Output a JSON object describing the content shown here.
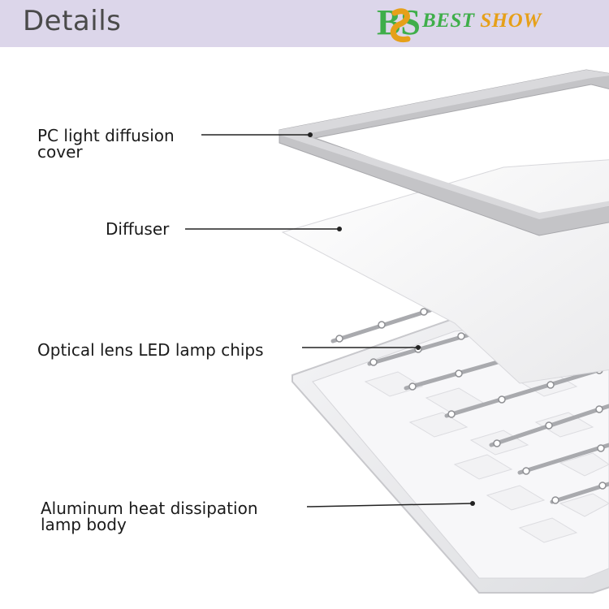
{
  "header": {
    "title": "Details",
    "logo": {
      "letters": "BS",
      "brand_part1": "BEST",
      "brand_part2": "SHOW"
    }
  },
  "labels": {
    "cover_line1": "PC light diffusion",
    "cover_line2": "cover",
    "diffuser": "Diffuser",
    "chips": "Optical lens LED lamp chips",
    "body_line1": "Aluminum heat dissipation",
    "body_line2": "lamp body"
  },
  "colors": {
    "header_bg": "#dcd6ea",
    "brand_green": "#3fae4a",
    "brand_gold": "#e6a019",
    "frame": "#b9b9bb"
  }
}
